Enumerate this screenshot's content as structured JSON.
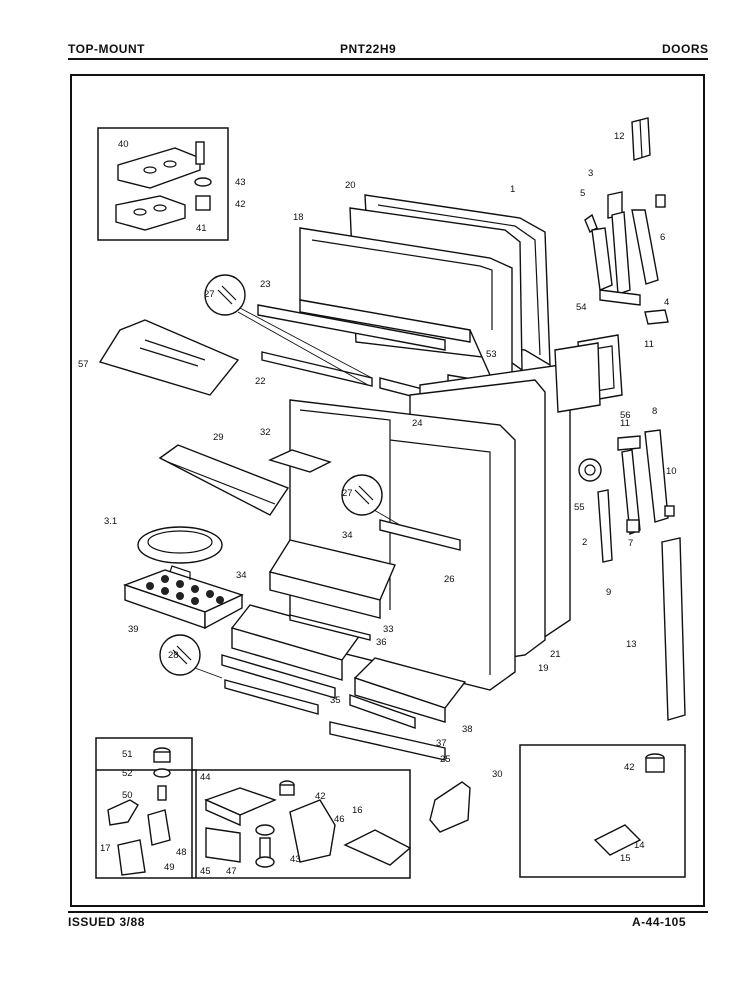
{
  "header": {
    "left": "TOP-MOUNT",
    "center": "PNT22H9",
    "right": "DOORS"
  },
  "footer": {
    "left": "ISSUED 3/88",
    "right": "A-44-105"
  },
  "callouts": [
    "1",
    "2",
    "3",
    "4",
    "5",
    "6",
    "7",
    "8",
    "9",
    "10",
    "11",
    "11",
    "12",
    "13",
    "14",
    "15",
    "16",
    "17",
    "18",
    "19",
    "20",
    "21",
    "22",
    "23",
    "24",
    "25",
    "26",
    "27",
    "27",
    "28",
    "29",
    "30",
    "3.1",
    "32",
    "33",
    "34",
    "34",
    "35",
    "36",
    "37",
    "38",
    "39",
    "40",
    "41",
    "42",
    "42",
    "42",
    "43",
    "43",
    "44",
    "45",
    "46",
    "47",
    "48",
    "49",
    "50",
    "51",
    "52",
    "53",
    "54",
    "55",
    "56",
    "57"
  ]
}
